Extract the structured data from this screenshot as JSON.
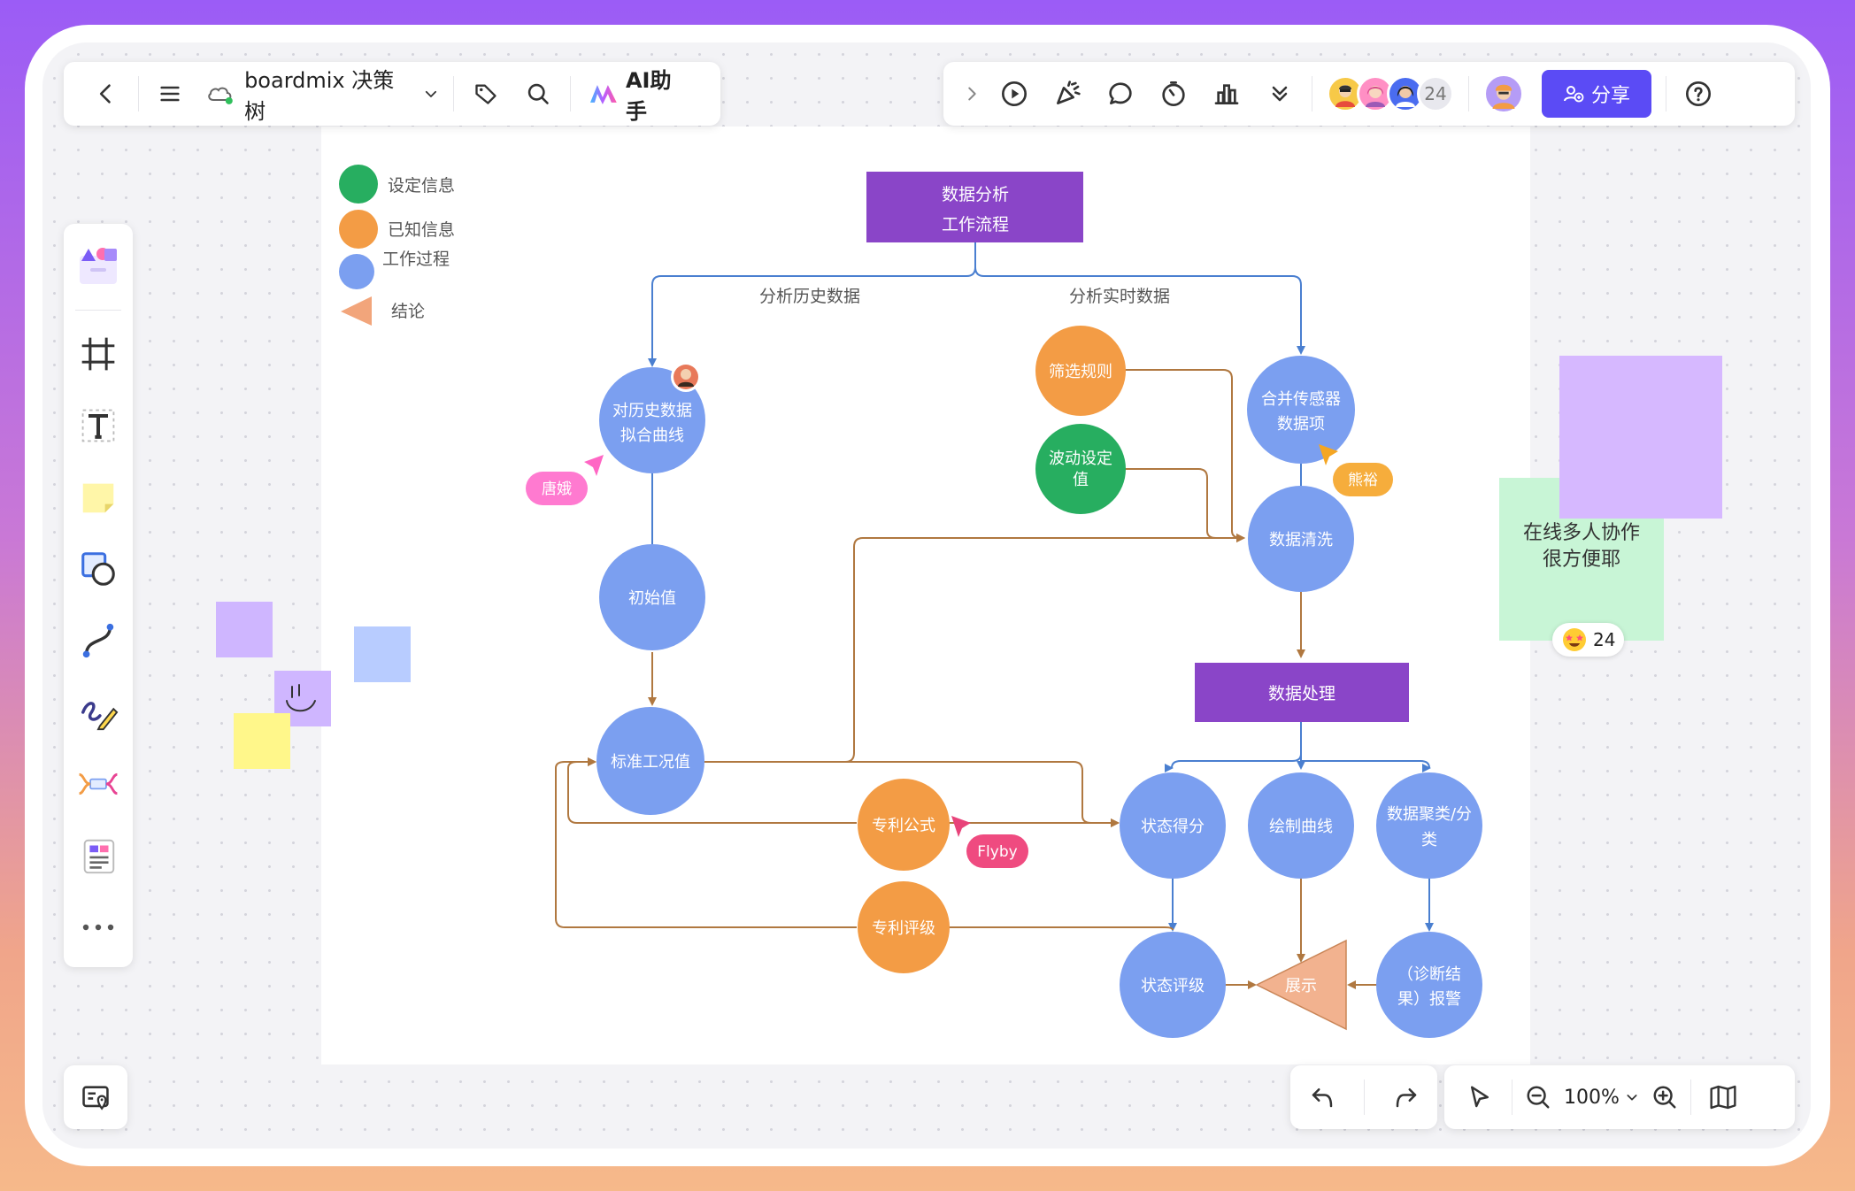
{
  "toolbar": {
    "doc_title": "boardmix 决策树",
    "ai_label": "AI助手",
    "collaborator_count": "24",
    "share_label": "分享"
  },
  "legend": {
    "items": [
      {
        "label": "设定信息",
        "color": "#27ae60"
      },
      {
        "label": "已知信息",
        "color": "#f39c45"
      },
      {
        "label": "工作过程",
        "color": "#7b9ff0"
      },
      {
        "label": "结论",
        "color": "#f2a57b"
      }
    ]
  },
  "flowchart": {
    "header": {
      "line1": "数据分析",
      "line2": "工作流程"
    },
    "branch_left": "分析历史数据",
    "branch_right": "分析实时数据",
    "nodes": {
      "fit_curve": {
        "line1": "对历史数据",
        "line2": "拟合曲线"
      },
      "initial": "初始值",
      "standard": "标准工况值",
      "filter_rule": "筛选规则",
      "fluct": {
        "line1": "波动设定",
        "line2": "值"
      },
      "merge": {
        "line1": "合并传感器",
        "line2": "数据项"
      },
      "clean": "数据清洗",
      "process": "数据处理",
      "state_score": "状态得分",
      "draw_curve": "绘制曲线",
      "cluster": {
        "line1": "数据聚类/分",
        "line2": "类"
      },
      "patent_formula": "专利公式",
      "patent_rating": "专利评级",
      "state_rating": "状态评级",
      "display": "展示",
      "diagnose": {
        "line1": "（诊断结",
        "line2": "果）报警"
      }
    }
  },
  "cursors": {
    "tangge": "唐娥",
    "xiongyu": "熊裕",
    "flyby": "Flyby"
  },
  "sticky_note": {
    "line1": "在线多人协作",
    "line2": "很方便耶",
    "reaction_count": "24"
  },
  "zoom": {
    "level": "100%"
  },
  "colors": {
    "accent": "#5b4bf5",
    "process_purple": "#8a45c8",
    "node_blue": "#7b9ff0",
    "node_orange": "#f39c45",
    "node_green": "#27ae60",
    "arrow_blue": "#4a7fd0",
    "arrow_brown": "#b07840"
  }
}
